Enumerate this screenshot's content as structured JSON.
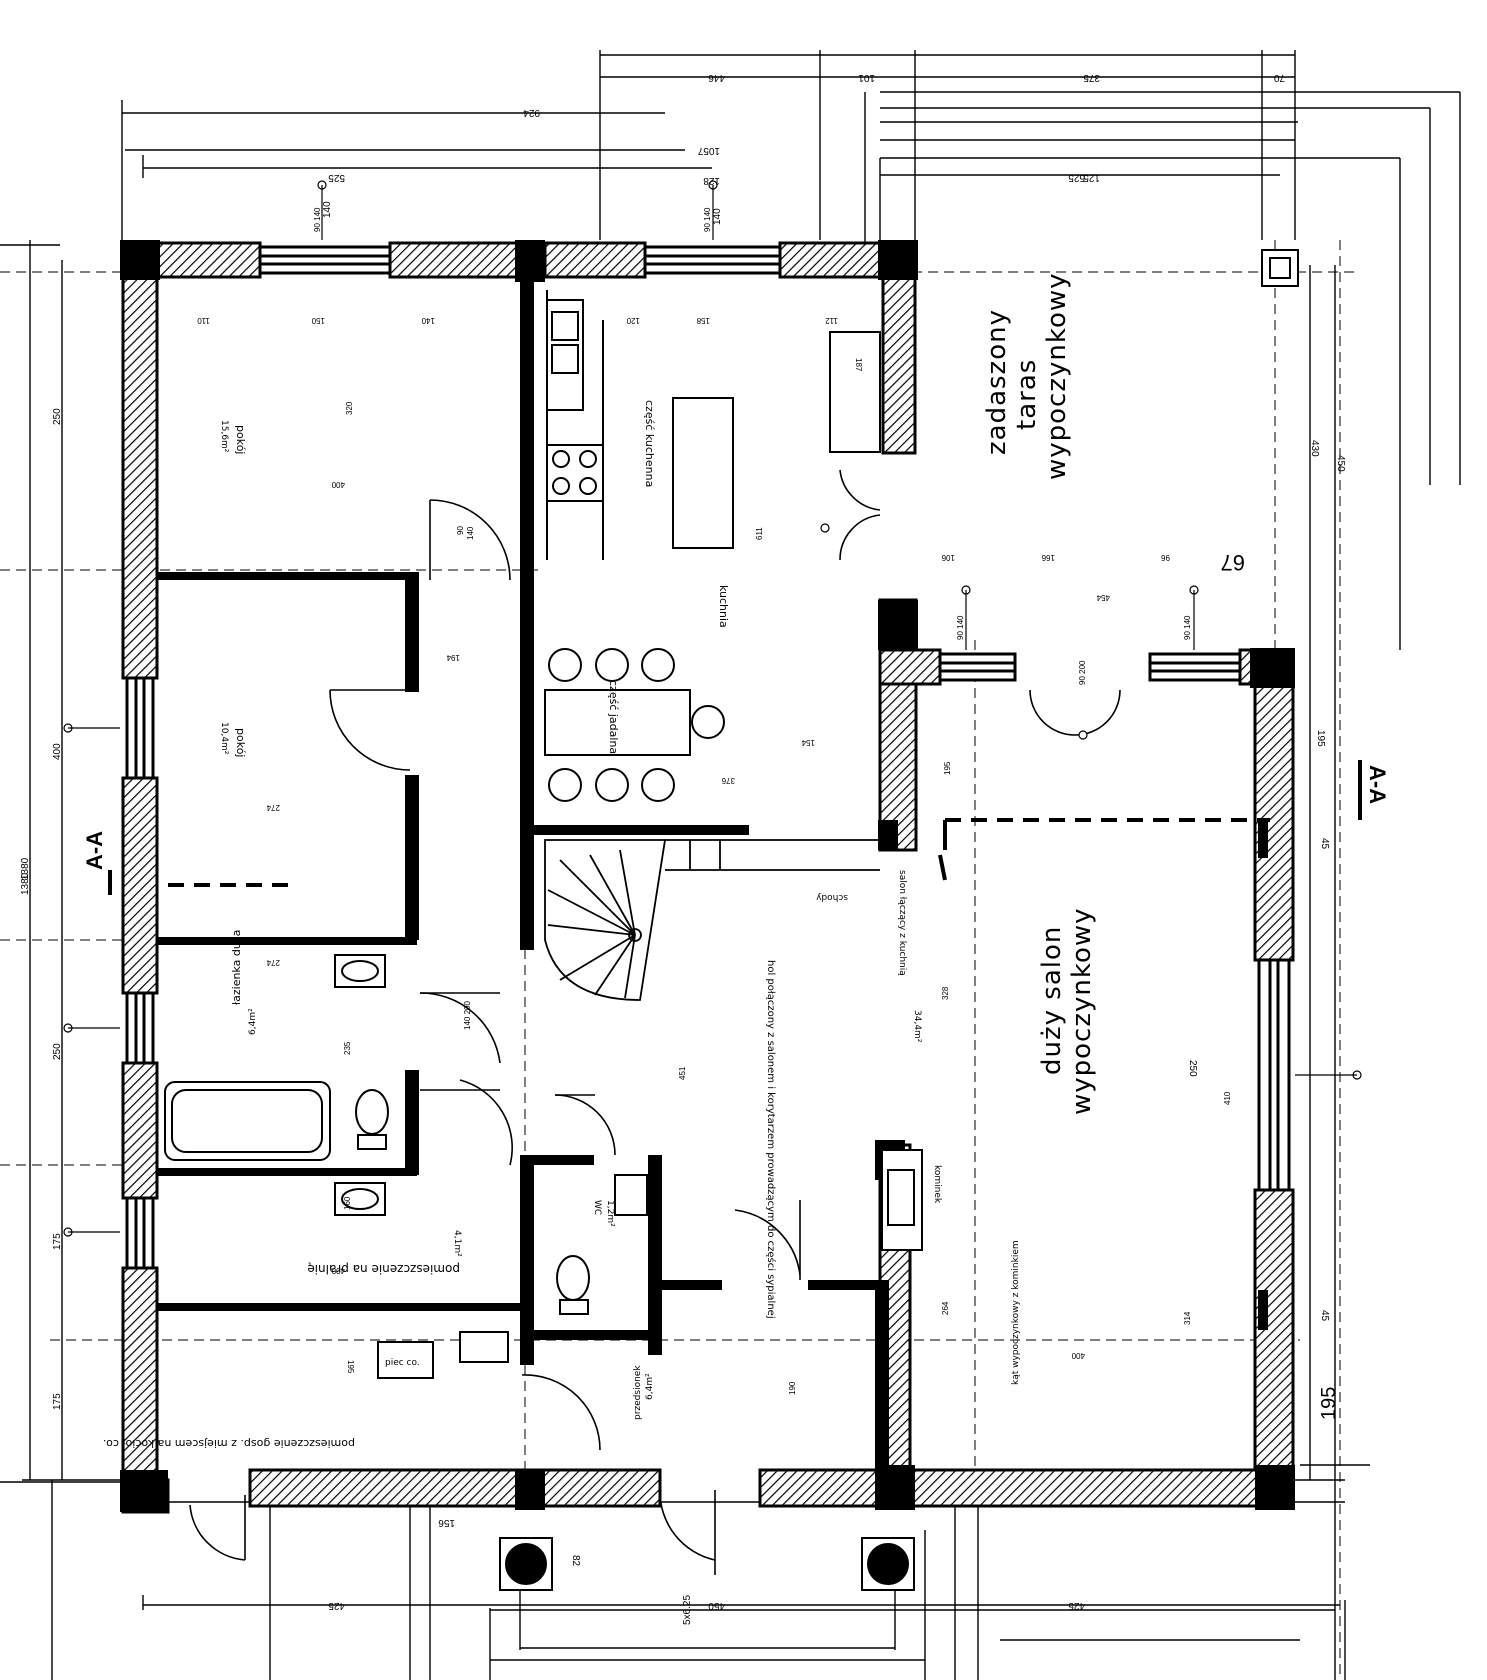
{
  "rooms": {
    "pokoj_top": {
      "name": "pokój",
      "area": "15,6m²"
    },
    "pokoj_mid": {
      "name": "pokój",
      "area": "10,4m²"
    },
    "lazienka": {
      "name": "łazienka duża",
      "area": "6,4m²"
    },
    "pomieszczenie_gosp": {
      "name": "pomieszczenie na pralnię",
      "area": "4,1m²"
    },
    "kotlownia": {
      "name": "pomieszczenie gosp. z miejscem na kocioł co.",
      "area": ""
    },
    "kuchnia": {
      "name": "kuchnia",
      "area": ""
    },
    "czesc_kuchenna": {
      "name": "część kuchenna",
      "area": ""
    },
    "czesc_jadalna": {
      "name": "część jadalna",
      "area": ""
    },
    "taras": {
      "line1": "zadaszony",
      "line2": "taras",
      "line3": "wypoczynkowy"
    },
    "salon": {
      "line1": "duży salon",
      "line2": "wypoczynkowy"
    },
    "hol": {
      "name": "hol połączony z salonem i korytarzem prowadzącym do części sypialnej",
      "area": ""
    },
    "salon_sub": {
      "name": "salon łączący z kuchnią",
      "area": "34,4m²"
    },
    "kat_wypoczynkowy": {
      "name": "kąt wypoczynkowy z kominkiem",
      "area": ""
    },
    "kominek": {
      "name": "kominek",
      "area": ""
    },
    "wc": {
      "name": "WC",
      "area": "1,2m²"
    },
    "przedsionek": {
      "name": "przedsionek",
      "area": "6,4m²"
    },
    "schody": {
      "name": "schody",
      "area": ""
    },
    "piec": {
      "name": "piec co.",
      "area": ""
    }
  },
  "section_labels": {
    "left": "A-A",
    "right": "A-A"
  },
  "dimensions": {
    "top": [
      "924",
      "1057",
      "525",
      "140",
      "128",
      "140",
      "125"
    ],
    "top_right": [
      "446",
      "101",
      "525",
      "375",
      "70"
    ],
    "left": [
      "250",
      "400",
      "1380",
      "250",
      "175",
      "175"
    ],
    "right": [
      "430",
      "450",
      "195",
      "250",
      "195",
      "45",
      "45"
    ],
    "interior": [
      "110",
      "150",
      "140",
      "120",
      "158",
      "112",
      "187",
      "400",
      "320",
      "611",
      "274",
      "274",
      "400",
      "160",
      "376",
      "154",
      "235",
      "194",
      "328",
      "451",
      "264",
      "400",
      "314",
      "106",
      "166",
      "96",
      "454",
      "90",
      "140",
      "195",
      "190",
      "195",
      "410"
    ],
    "window_marks": [
      "90 140",
      "90 140",
      "90 200",
      "90 140",
      "90 140",
      "140 200"
    ],
    "bottom": [
      "425",
      "450",
      "425",
      "156",
      "82"
    ],
    "misc": [
      "67",
      "5x6.25",
      "1380"
    ]
  }
}
